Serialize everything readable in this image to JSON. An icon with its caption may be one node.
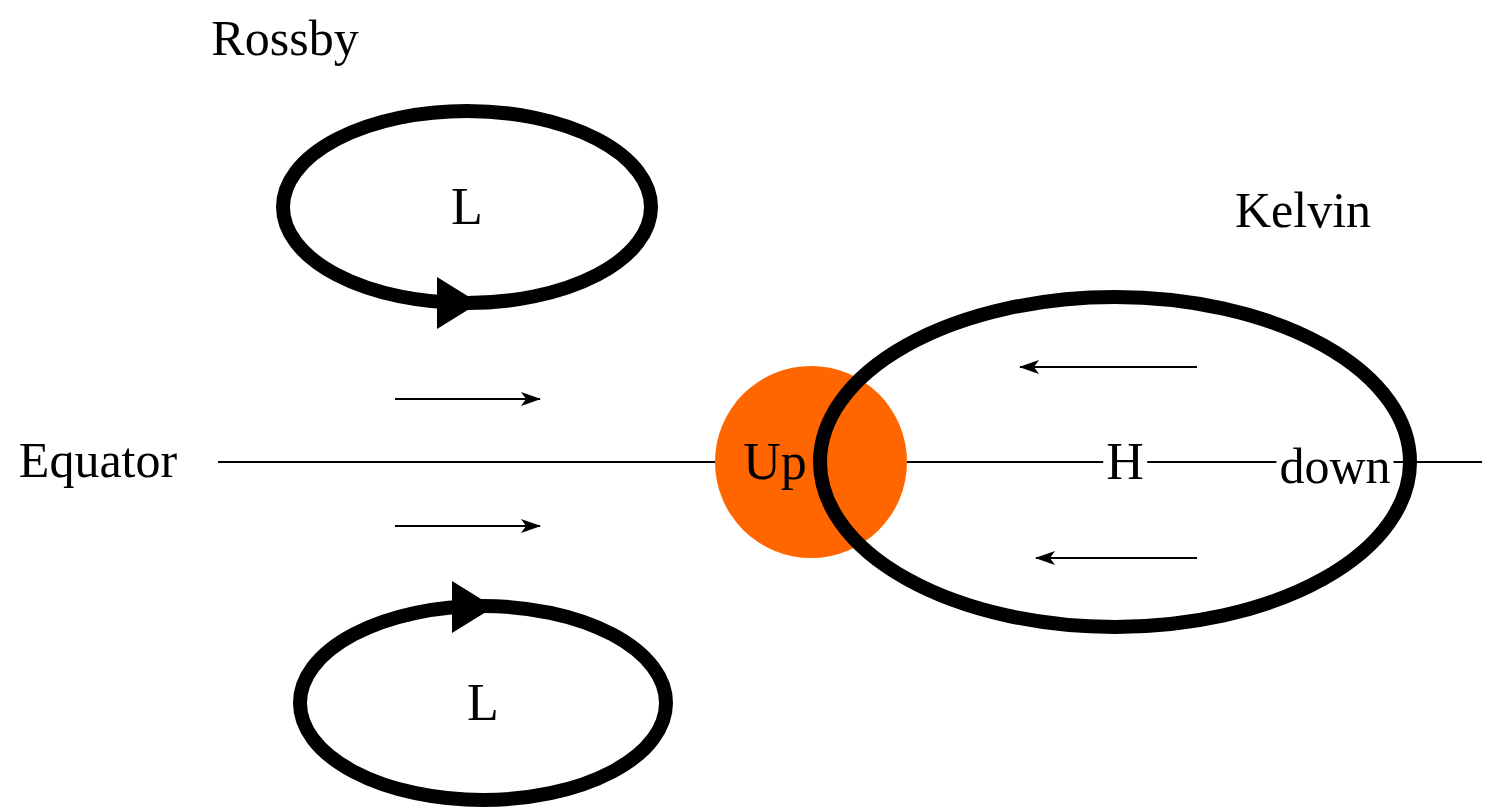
{
  "diagram": {
    "nodes": [
      {
        "text": [
          "L"
        ]
      },
      {
        "text": [
          "Up"
        ]
      },
      {
        "text": [
          "H"
        ]
      },
      {
        "text": [
          "L"
        ]
      }
    ],
    "edges": [],
    "labels": [
      "Rossby",
      "Kelvin",
      "Equator",
      "down"
    ]
  }
}
